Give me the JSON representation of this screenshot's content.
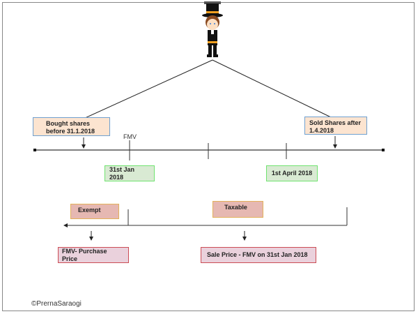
{
  "diagram": {
    "bought_label": "Bought shares before 31.1.2018",
    "sold_label": "Sold Shares after 1.4.2018",
    "fmv_label": "FMV",
    "date1": "31st Jan 2018",
    "date2": "1st April 2018",
    "exempt": "Exempt",
    "taxable": "Taxable",
    "exempt_formula": "FMV- Purchase Price",
    "taxable_formula": "Sale Price - FMV on 31st Jan 2018",
    "credit": "©PrernaSaraogi"
  },
  "colors": {
    "peach": "#fce4d0",
    "green": "#d9ead3",
    "rose": "#e6b8b2",
    "pink": "#ead1dc"
  }
}
